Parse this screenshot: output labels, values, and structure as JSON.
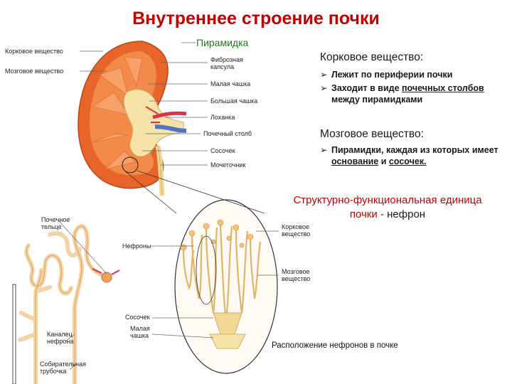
{
  "title": "Внутреннее строение почки",
  "kidney_labels": {
    "piramidka": "Пирамидка",
    "korkovoe": "Корковое вещество",
    "mozgovoe": "Мозговое вещество",
    "fibroznaya": "Фиброзная\nкапсула",
    "malaya_chashka": "Малая чашка",
    "bolshaya_chashka": "Большая чашка",
    "lohanka": "Лоханка",
    "pochechny_stolb": "Почечный столб",
    "sosochek": "Сосочек",
    "mochetochnik": "Мочеточник"
  },
  "cortex_section": {
    "heading": "Корковое вещество:",
    "bullet1": "Лежит по периферии почки",
    "bullet2_pre": "Заходит в виде ",
    "bullet2_link": "почечных столбов",
    "bullet2_post": "между пирамидками"
  },
  "medulla_section": {
    "heading": "Мозговое вещество:",
    "bullet1_pre": "Пирамидки, каждая из которых имеет ",
    "bullet1_link1": "основание",
    "bullet1_mid": " и ",
    "bullet1_link2": "сосочек."
  },
  "structural_unit": {
    "line1": "Структурно-функциональная единица",
    "line2_pre": "почки - ",
    "line2_word": "нефрон"
  },
  "nephron_labels": {
    "pochechnoe_telce": "Почечное\nтельце",
    "kanalec": "Каналец\nнефрона",
    "sobiratelnaya": "Собирательная\nтрубочка",
    "nefrony": "Нефроны",
    "sosochek": "Сосочек",
    "malaya_chashka": "Малая\nчашка",
    "korkovoe": "Корковое\nвещество",
    "mozgovoe": "Мозговое\nвещество"
  },
  "caption": "Расположение нефронов в почке",
  "colors": {
    "title": "#c00000",
    "cortex": "#e8652a",
    "medulla": "#f28a4a",
    "pelvis": "#f6e3a8",
    "artery": "#d9334a",
    "vein": "#4f76c2",
    "pyramid_label": "#1f7a1f"
  }
}
